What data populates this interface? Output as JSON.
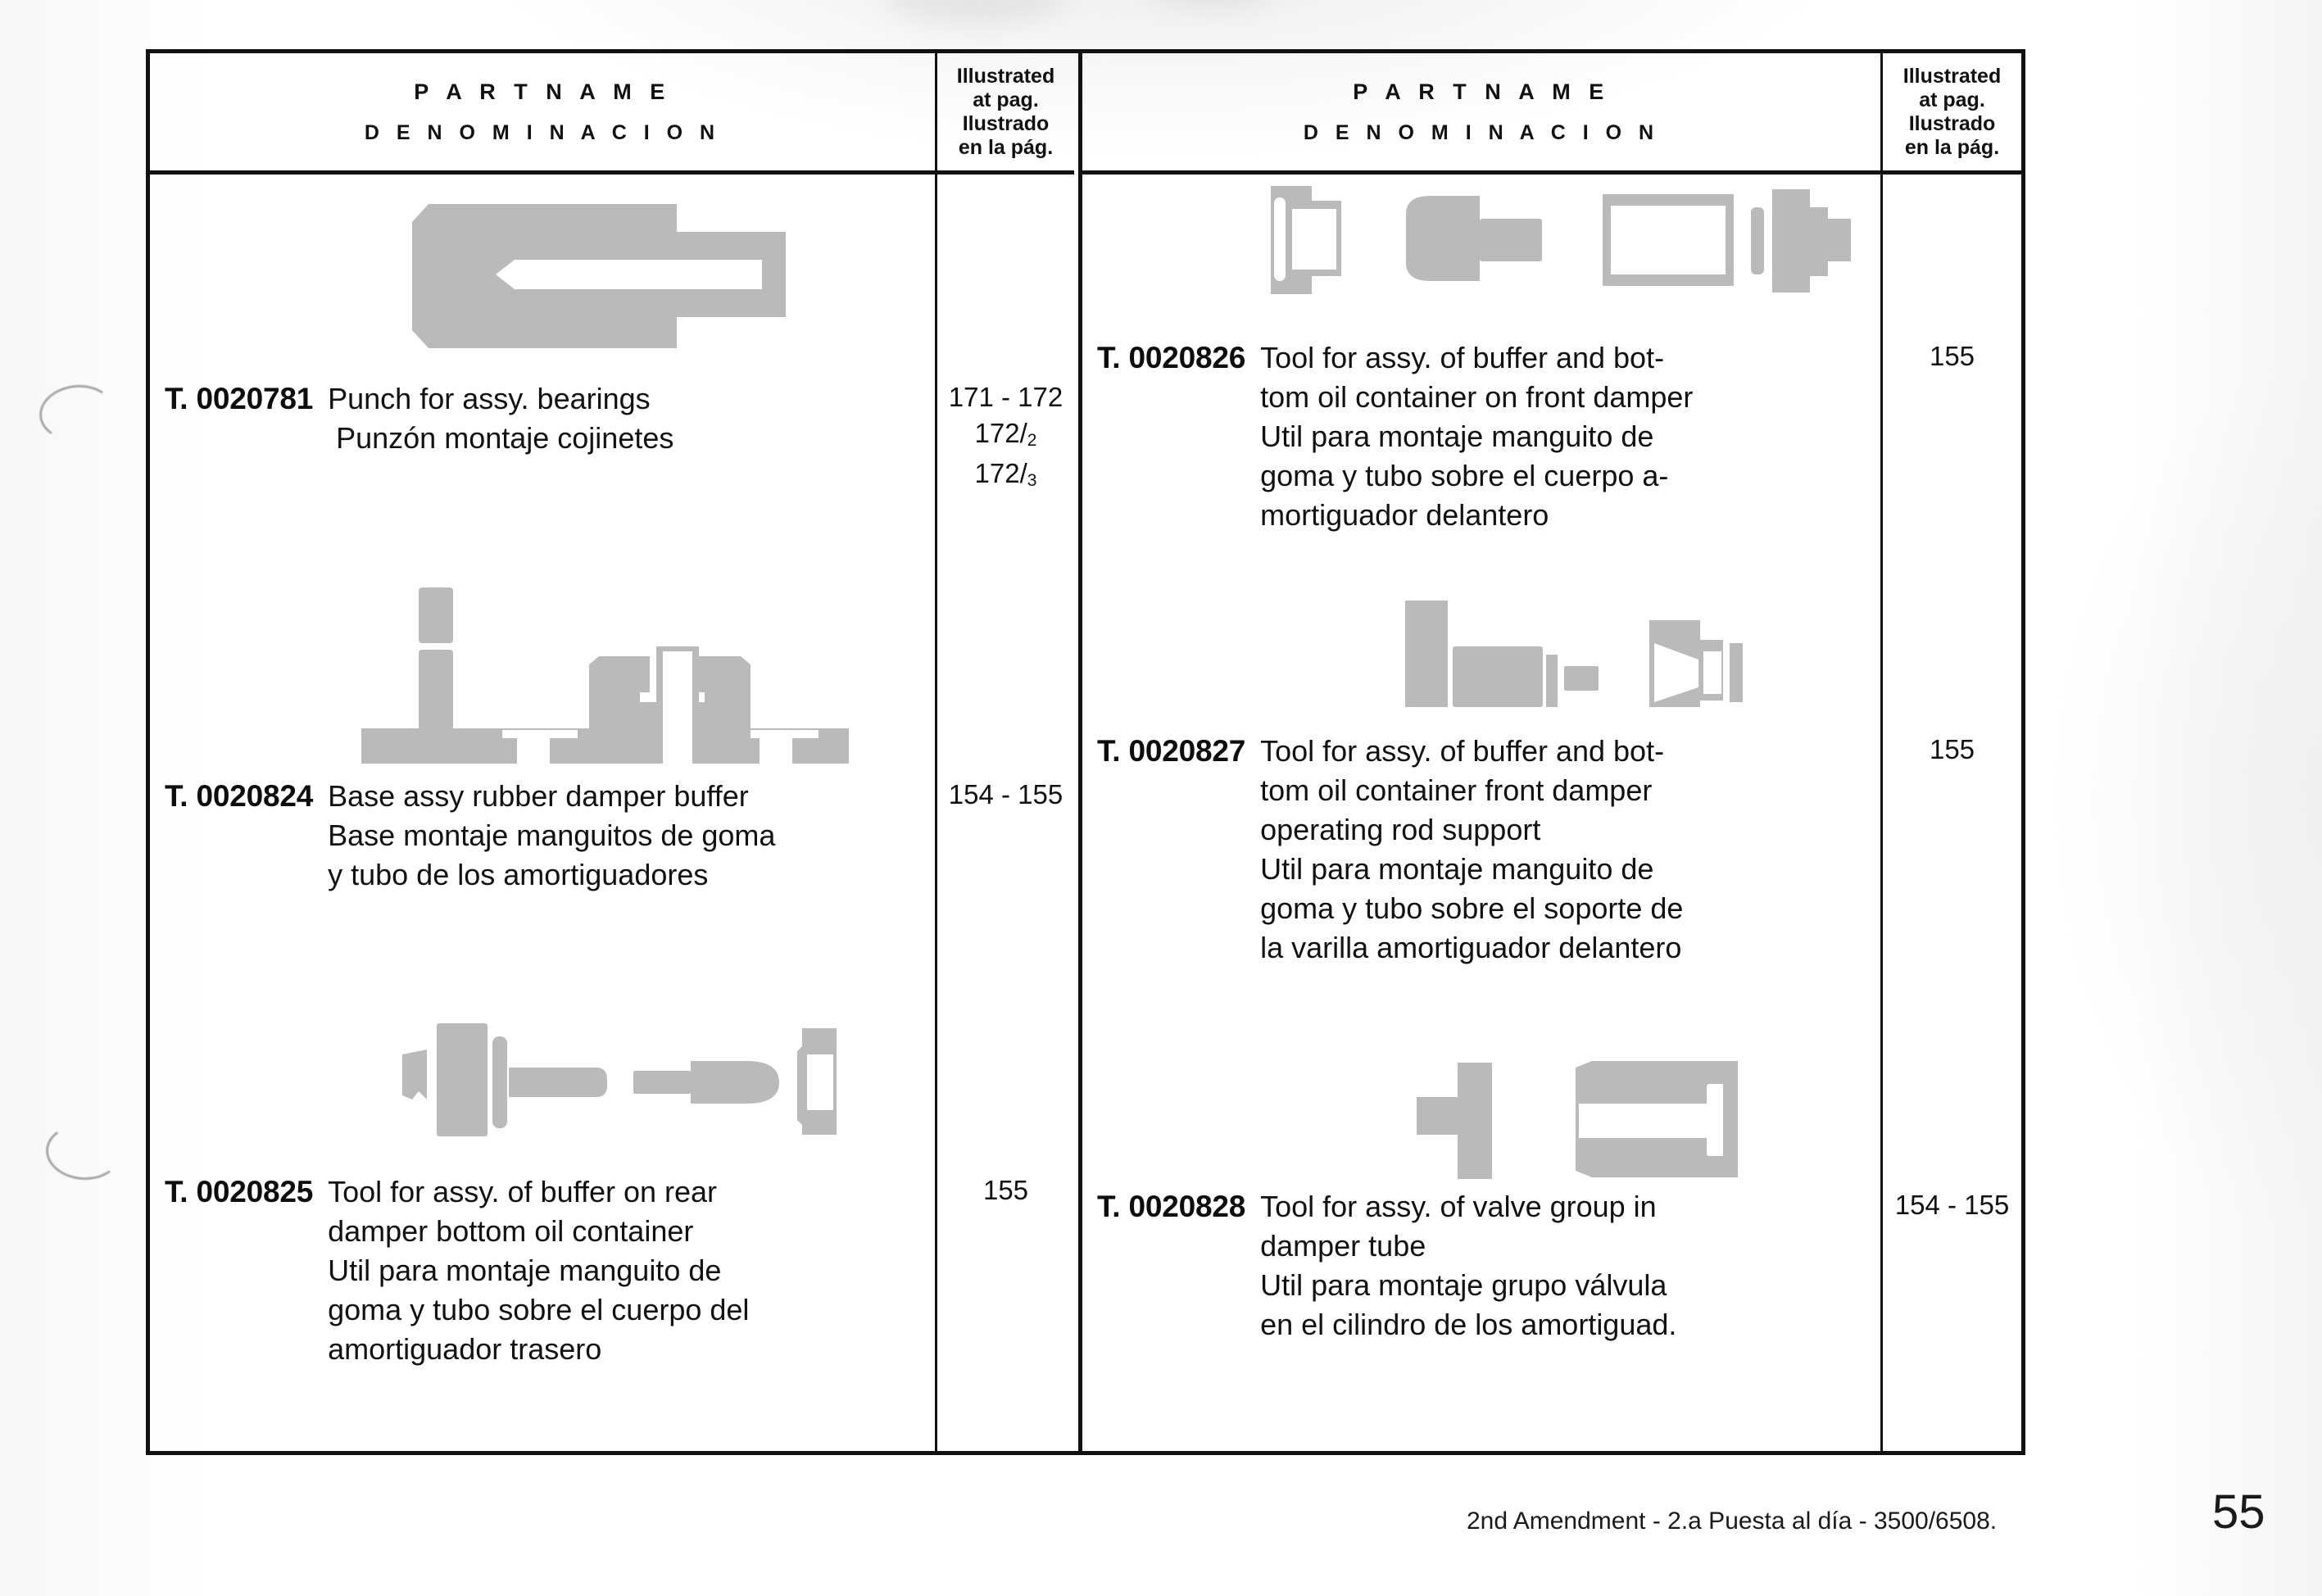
{
  "document": {
    "footer_note": "2nd Amendment - 2.a Puesta al día - 3500/6508.",
    "page_number": "55"
  },
  "table": {
    "headers": {
      "part_name_en": "P A R T   N A M E",
      "part_name_es": "D E N O M I N A C I O N",
      "illustrated_line1": "Illustrated",
      "illustrated_line2": "at pag.",
      "illustrated_line3": "Ilustrado",
      "illustrated_line4": "en la pág."
    },
    "left_column": [
      {
        "part_number": "T. 0020781",
        "illustration": "fork-punch-tool",
        "description_en": [
          "Punch for assy. bearings"
        ],
        "description_es": [
          "Punzón  montaje  cojinetes"
        ],
        "pages": [
          "171 - 172",
          "172/2",
          "172/3"
        ]
      },
      {
        "part_number": "T. 0020824",
        "illustration": "base-assembly-fixture",
        "description_en": [
          "Base  assy  rubber  damper  buffer"
        ],
        "description_es": [
          "Base montaje manguitos de goma",
          "y tubo de los amortiguadores"
        ],
        "pages": [
          "154 - 155"
        ]
      },
      {
        "part_number": "T. 0020825",
        "illustration": "buffer-assy-tool-rear",
        "description_en": [
          "Tool  for  assy.  of  buffer  on  rear",
          "damper bottom oil container"
        ],
        "description_es": [
          "Util  para  montaje  manguito  de",
          "goma y tubo sobre el cuerpo del",
          "amortiguador trasero"
        ],
        "pages": [
          "155"
        ]
      }
    ],
    "right_column": [
      {
        "part_number": "T. 0020826",
        "illustration": "buffer-container-tool-set",
        "description_en": [
          "Tool  for  assy.  of  buffer  and  bot-",
          "tom oil container on front damper"
        ],
        "description_es": [
          "Util  para  montaje  manguito  de",
          "goma  y  tubo  sobre  el  cuerpo  a-",
          "mortiguador delantero"
        ],
        "pages": [
          "155"
        ]
      },
      {
        "part_number": "T. 0020827",
        "illustration": "rod-support-tool-set",
        "description_en": [
          "Tool  for  assy.  of  buffer  and  bot-",
          "tom  oil  container  front  damper",
          "operating rod support"
        ],
        "description_es": [
          "Util  para  montaje  manguito  de",
          "goma y tubo sobre el soporte de",
          "la varilla amortiguador delantero"
        ],
        "pages": [
          "155"
        ]
      },
      {
        "part_number": "T. 0020828",
        "illustration": "valve-group-tool-set",
        "description_en": [
          "Tool  for  assy.  of  valve  group  in",
          "damper  tube"
        ],
        "description_es": [
          "Util  para  montaje  grupo  válvula",
          "en el cilindro de los amortiguad."
        ],
        "pages": [
          "154 - 155"
        ]
      }
    ]
  }
}
